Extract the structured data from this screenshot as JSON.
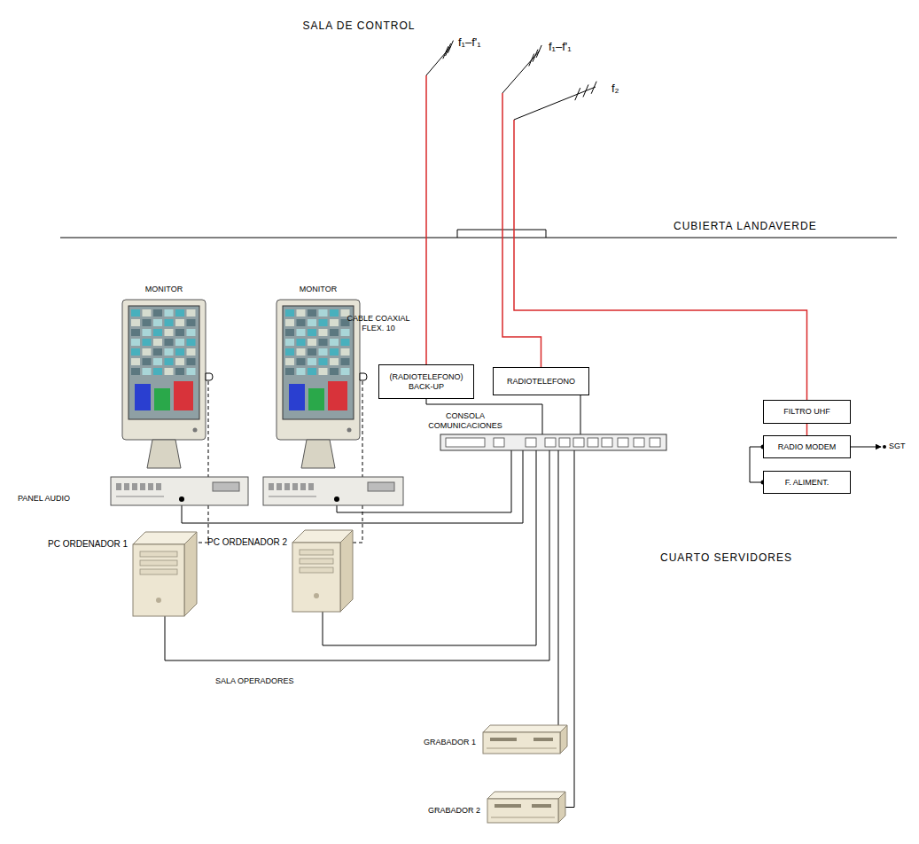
{
  "diagram": {
    "title": "SALA DE CONTROL",
    "nodes": [
      {
        "text": [
          "f₁–f'₁"
        ]
      },
      {
        "text": [
          "f₁–f'₁"
        ]
      },
      {
        "text": [
          "f₂"
        ]
      },
      {
        "text": [
          "(RADIOTELEFONO) BACK-UP"
        ]
      },
      {
        "text": [
          "RADIOTELEFONO"
        ]
      },
      {
        "text": [
          "FILTRO UHF"
        ]
      },
      {
        "text": [
          "RADIO MODEM"
        ]
      },
      {
        "text": [
          "F. ALIMENT."
        ]
      },
      {
        "text": [
          "MONITOR"
        ]
      },
      {
        "text": [
          "MONITOR"
        ]
      },
      {
        "text": [
          "CONSOLA COMUNICACIONES"
        ]
      },
      {
        "text": [
          "PC ORDENADOR 1"
        ]
      },
      {
        "text": [
          "PC ORDENADOR 2"
        ]
      },
      {
        "text": [
          "GRABADOR 1"
        ]
      },
      {
        "text": [
          "GRABADOR 2"
        ]
      }
    ],
    "edges": [
      {
        "from": 0,
        "to": 3,
        "arrow": "none"
      },
      {
        "from": 1,
        "to": 4,
        "arrow": "none"
      },
      {
        "from": 2,
        "to": 5,
        "arrow": "none"
      },
      {
        "from": 5,
        "to": 6,
        "arrow": "none"
      },
      {
        "from": 6,
        "to": 7,
        "arrow": "none"
      },
      {
        "from": 3,
        "to": 10,
        "arrow": "none"
      },
      {
        "from": 4,
        "to": 10,
        "arrow": "none"
      },
      {
        "from": 8,
        "to": 10,
        "arrow": "none"
      },
      {
        "from": 9,
        "to": 10,
        "arrow": "none"
      },
      {
        "from": 11,
        "to": 10,
        "arrow": "none"
      },
      {
        "from": 12,
        "to": 10,
        "arrow": "none"
      },
      {
        "from": 13,
        "to": 10,
        "arrow": "none"
      },
      {
        "from": 14,
        "to": 10,
        "arrow": "none"
      },
      {
        "from": 8,
        "to": 11,
        "arrow": "none"
      },
      {
        "from": 9,
        "to": 12,
        "arrow": "none"
      }
    ],
    "labels": [
      "CUBIERTA LANDAVERDE",
      "CABLE COAXIAL FLEX. 10",
      "SGT",
      "PANEL AUDIO",
      "CUARTO SERVIDORES",
      "SALA OPERADORES"
    ]
  }
}
